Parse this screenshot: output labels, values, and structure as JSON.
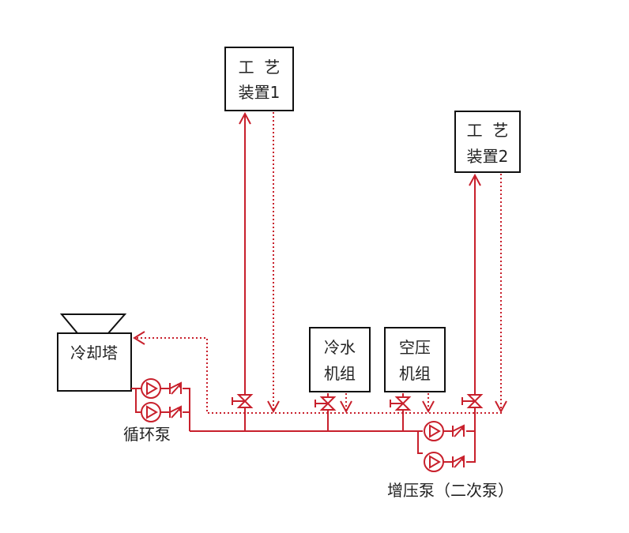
{
  "colors": {
    "pipe": "#c8202c",
    "box_stroke": "#111111",
    "text": "#222222",
    "background": "#ffffff"
  },
  "legend_semantics": {
    "solid_line": "supply pipe",
    "dotted_line": "return pipe"
  },
  "equipment": {
    "cooling_tower": {
      "label": "冷却塔"
    },
    "process_unit_1": {
      "line1": "工  艺",
      "line2": "装置1"
    },
    "process_unit_2": {
      "line1": "工  艺",
      "line2": "装置2"
    },
    "chiller": {
      "line1": "冷水",
      "line2": "机组"
    },
    "air_compressor": {
      "line1": "空压",
      "line2": "机组"
    }
  },
  "labels": {
    "circulation_pump": "循环泵",
    "booster_pump": "增压泵（二次泵）"
  },
  "icons": {
    "pump": "circle-with-triangle",
    "check_valve": "check-valve",
    "gate_valve": "bowtie-valve",
    "arrow": "chevron-arrow"
  }
}
